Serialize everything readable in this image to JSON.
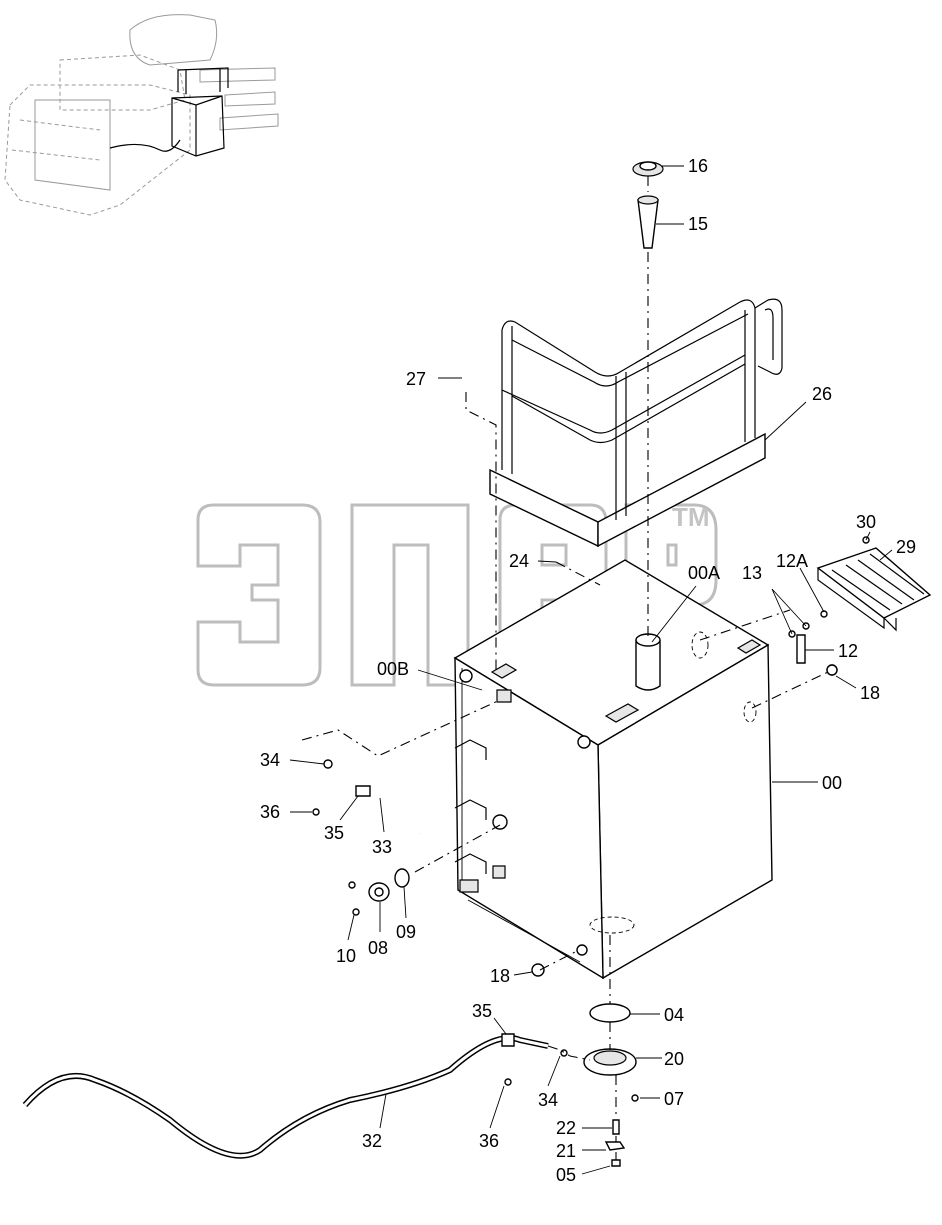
{
  "watermark": {
    "text": "ЭПЕР",
    "mark": "TM"
  },
  "callouts": {
    "p16": "16",
    "p15": "15",
    "p27": "27",
    "p26": "26",
    "p24": "24",
    "p00A": "00A",
    "p13": "13",
    "p12A": "12A",
    "p30": "30",
    "p29": "29",
    "p12": "12",
    "p18a": "18",
    "p00B": "00B",
    "p00": "00",
    "p34a": "34",
    "p36a": "36",
    "p35a": "35",
    "p33": "33",
    "p10": "10",
    "p08": "08",
    "p09": "09",
    "p18b": "18",
    "p04": "04",
    "p35b": "35",
    "p20": "20",
    "p34b": "34",
    "p07": "07",
    "p32": "32",
    "p36b": "36",
    "p22": "22",
    "p21": "21",
    "p05": "05"
  }
}
